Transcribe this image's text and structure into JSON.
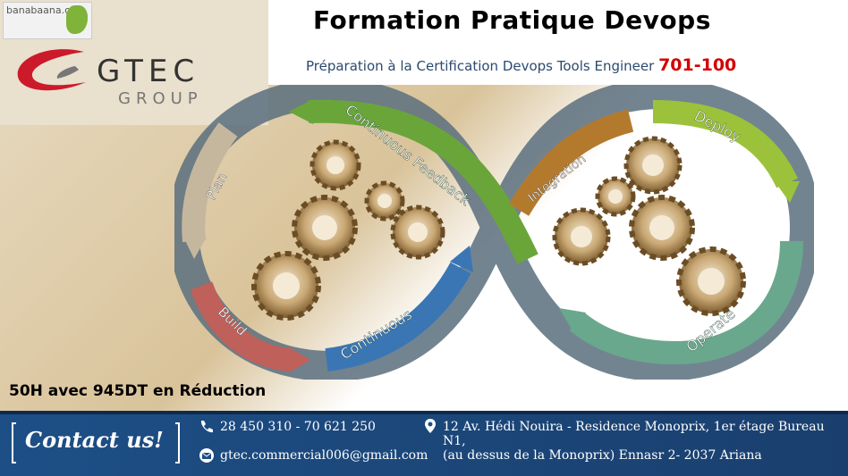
{
  "header": {
    "title": "Formation Pratique Devops",
    "subtitle": "Préparation à la Certification Devops Tools Engineer",
    "code": "701-100"
  },
  "logos": {
    "banabaana": "banabaana.com",
    "gtec_name": "GTEC",
    "gtec_group": "GROUP"
  },
  "cycle": {
    "left_labels": [
      "Plan",
      "Build",
      "Continuous",
      "Continuous Feedback"
    ],
    "right_labels": [
      "Integration",
      "Deploy",
      "Operate"
    ]
  },
  "promo": "50H avec 945DT en Réduction",
  "footer": {
    "contact_label": "Contact us!",
    "phone": "28 450 310  - 70 621 250",
    "email": "gtec.commercial006@gmail.com",
    "address_line1": "12 Av. Hédi Nouira - Residence Monoprix, 1er étage Bureau N1,",
    "address_line2": "(au dessus de la Monoprix) Ennasr 2- 2037 Ariana",
    "icons": [
      "phone-icon",
      "email-icon",
      "location-icon"
    ]
  },
  "colors": {
    "accent_red": "#d40000",
    "footer_blue": "#1d4f86"
  }
}
